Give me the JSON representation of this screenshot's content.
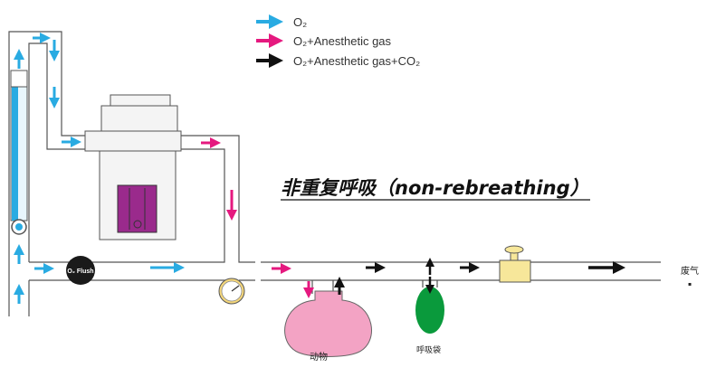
{
  "legend": [
    {
      "label": "O₂",
      "color": "#29abe2"
    },
    {
      "label": "O₂+Anesthetic gas",
      "color": "#e5197f"
    },
    {
      "label": "O₂+Anesthetic gas+CO₂",
      "color": "#111111"
    }
  ],
  "title": "非重复呼吸（non-rebreathing）",
  "labels": {
    "flush": "O₂ Flush",
    "exhaust": "废气",
    "animal": "动物",
    "bag": "呼吸袋"
  },
  "colors": {
    "o2": "#29abe2",
    "anesthetic": "#e5197f",
    "exhaled": "#111111",
    "pipe": "#555555",
    "vaporizer_body": "#f4f4f4",
    "vaporizer_window": "#9a2a8c",
    "animal": "#f3a3c4",
    "bag": "#0a9a3c",
    "valve": "#f7e79a",
    "gauge": "#f5d77a"
  },
  "icons": [
    "arrow-icon",
    "gauge-icon",
    "valve-icon",
    "flowmeter-icon",
    "vaporizer-icon"
  ]
}
